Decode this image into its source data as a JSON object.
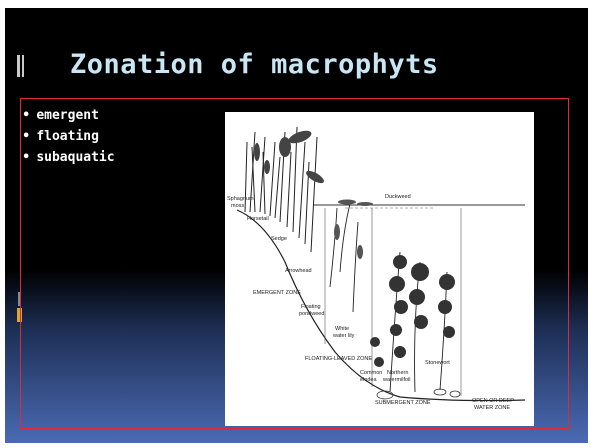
{
  "slide": {
    "title": "Zonation of macrophyts",
    "bullets": [
      "emergent",
      "floating",
      "subaquatic"
    ]
  },
  "figure": {
    "labels": {
      "sphagnum": "Sphagnum",
      "moss": "moss",
      "horsetail": "Horsetail",
      "sedge": "Sedge",
      "duckweed": "Duckweed",
      "arrowhead": "Arrowhead",
      "emergent_zone": "EMERGENT ZONE",
      "floating": "Floating",
      "pondweed": "pondweed",
      "white": "White",
      "water_lily": "water lily",
      "floating_leaved_zone": "FLOATING-LEAVED ZONE",
      "common": "Common",
      "elodea": "elodea",
      "northern": "Northern",
      "watermilfoil": "watermilfoil",
      "stonewort": "Stonewort",
      "submergent_zone": "SUBMERGENT ZONE",
      "open_or_deep": "OPEN OR DEEP",
      "water_zone": "WATER ZONE"
    }
  },
  "colors": {
    "title": "#c9e6f5",
    "border": "#e0283a",
    "gradient_bottom": "#4c6db8"
  }
}
